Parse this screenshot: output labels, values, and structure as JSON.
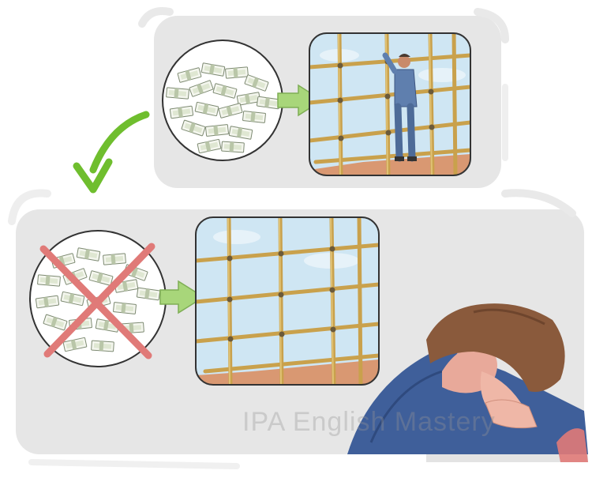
{
  "watermark": "IPA English Mastery",
  "colors": {
    "panel_bg": "#e6e6e6",
    "panel_edge": "#f2f2f2",
    "arrow_green": "#a8d67a",
    "check_green": "#6fbe2e",
    "cross_red": "#e07a78",
    "sky": "#cfe6f3",
    "bamboo": "#d6b25a",
    "roof": "#d99872",
    "worker_blue": "#5f7fae",
    "person_shirt": "#3f5f9a",
    "person_hair": "#8a5a3c"
  },
  "scenes": {
    "top": {
      "left": "money-stack-icon",
      "right": "scaffold-with-worker",
      "arrow": "right-arrow-icon"
    },
    "bottom": {
      "left": "money-stack-crossed-icon",
      "right": "empty-scaffold",
      "arrow": "right-arrow-icon",
      "corner": "stressed-person-illustration"
    },
    "connector": "check-arrow-icon"
  }
}
